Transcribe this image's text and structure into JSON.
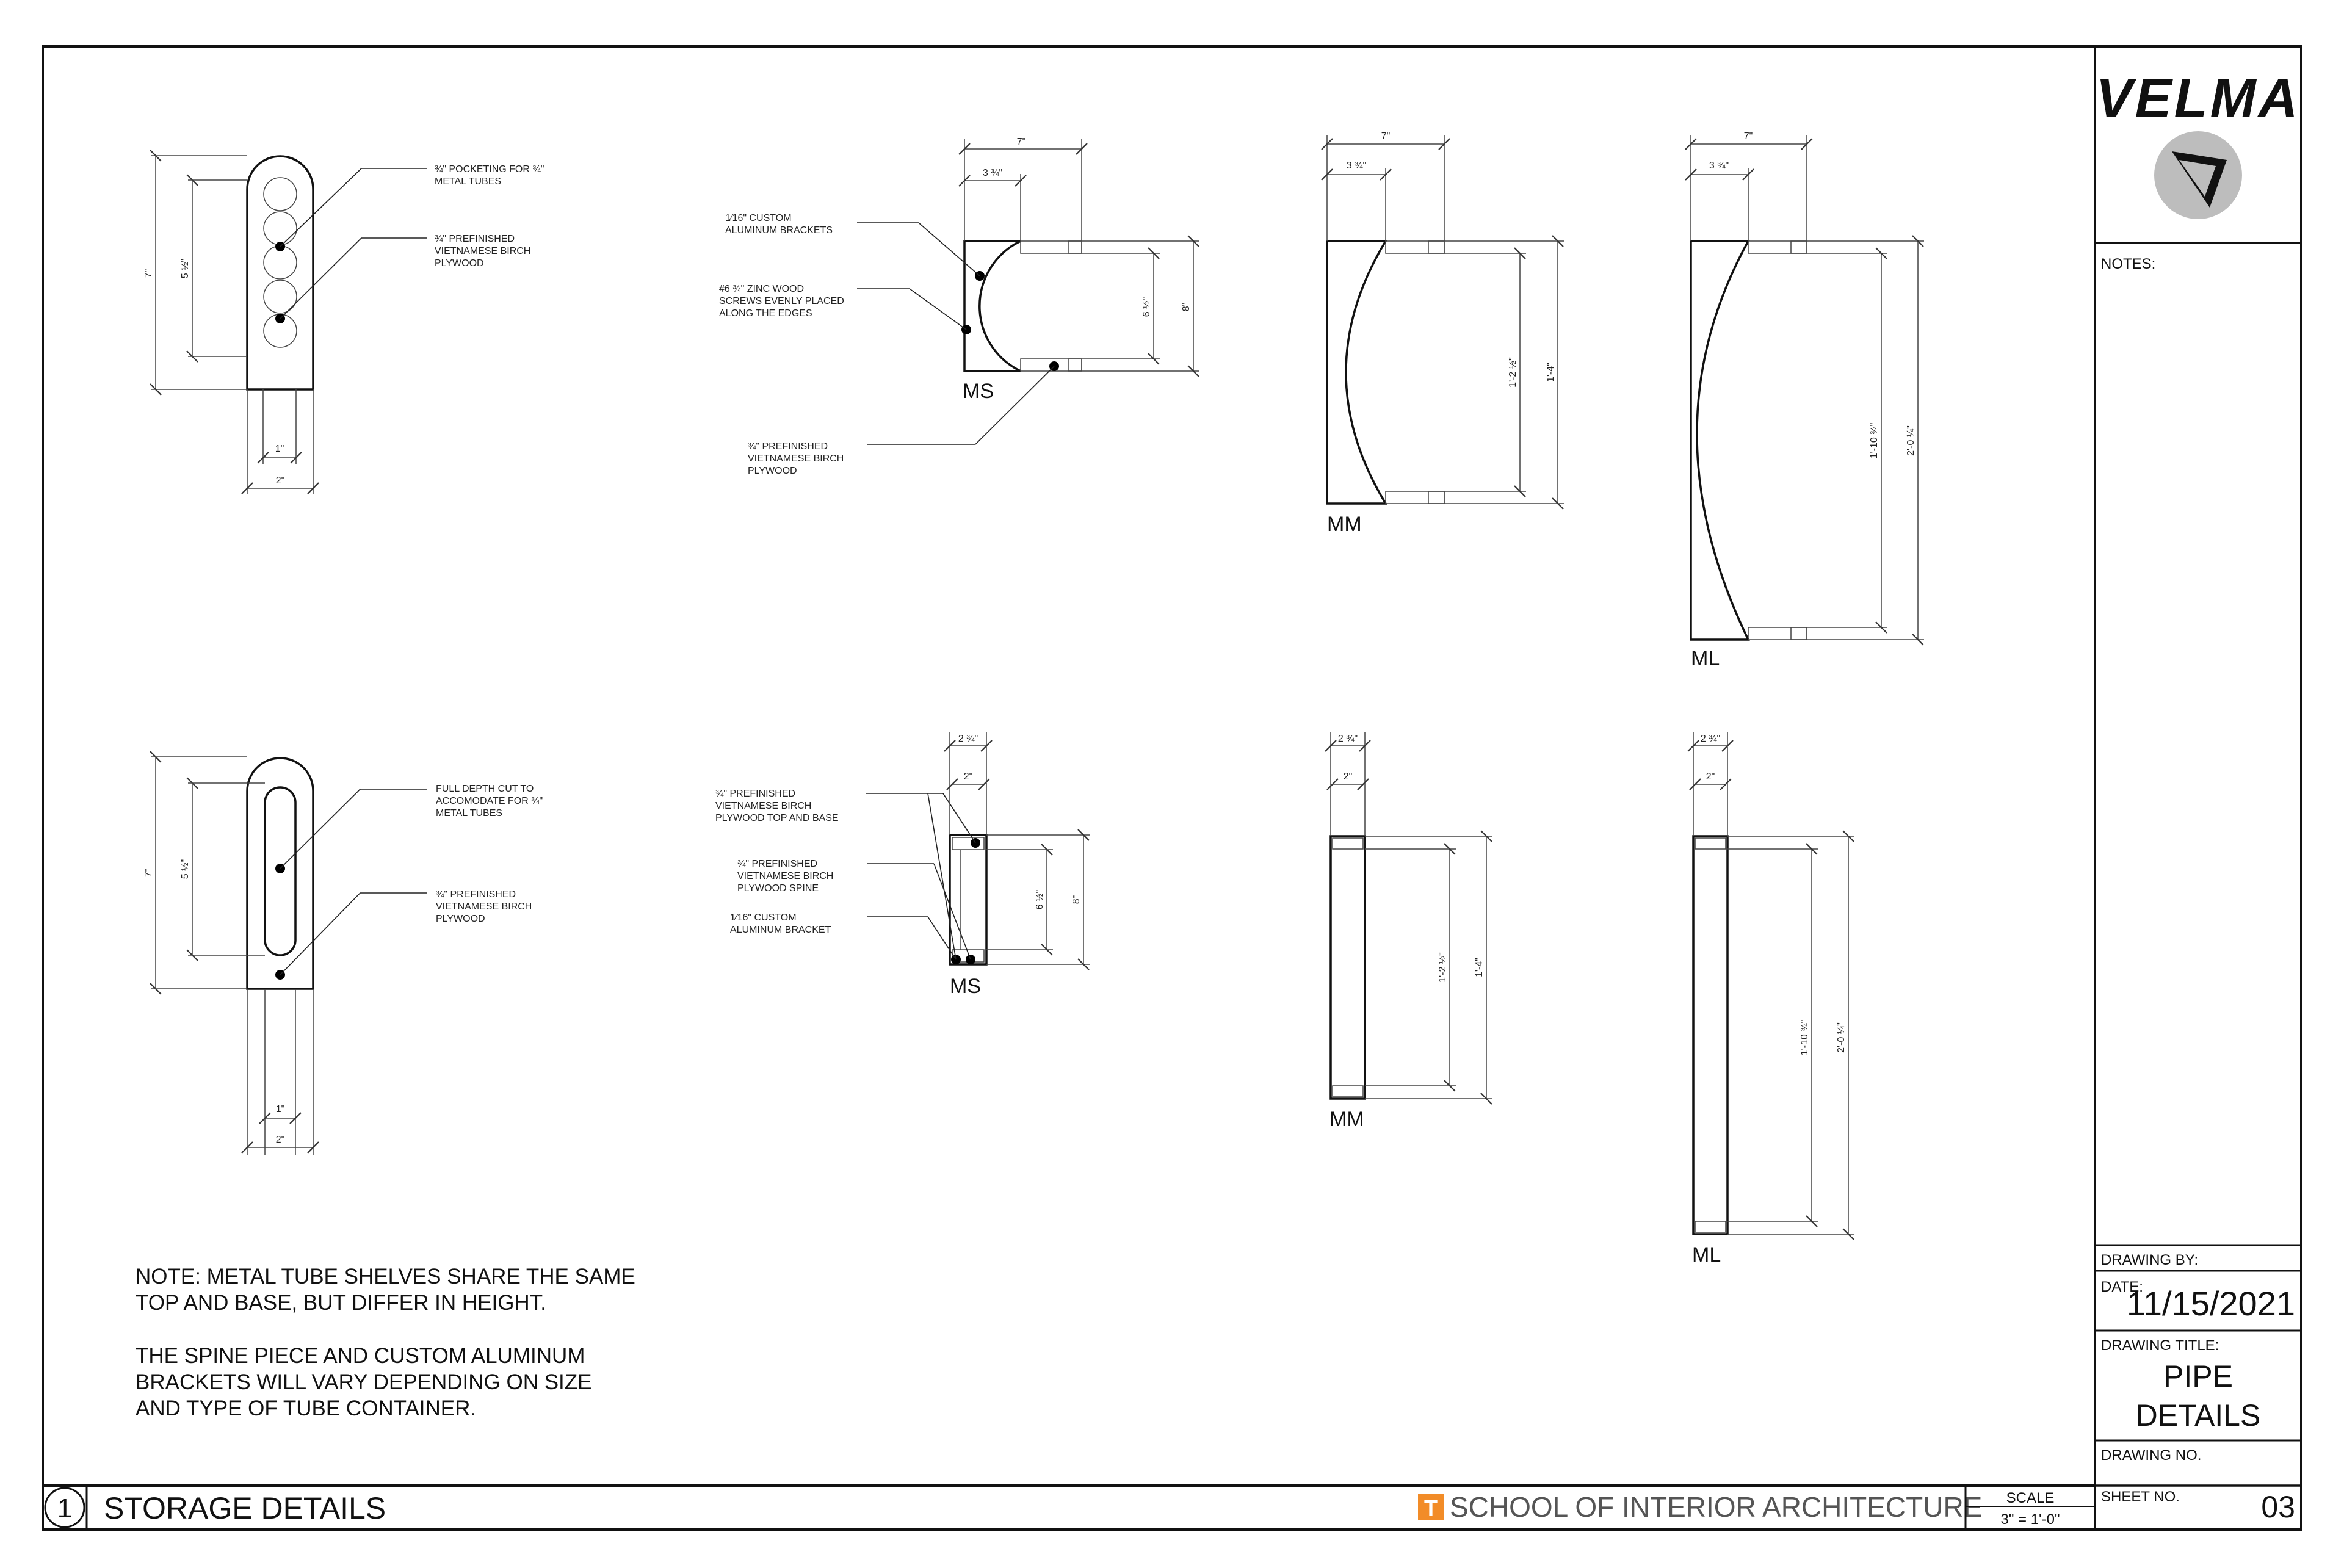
{
  "logo": {
    "brand": "VELMA"
  },
  "title_block": {
    "notes_label": "NOTES:",
    "drawing_by_label": "DRAWING BY:",
    "date_label": "DATE:",
    "date_value": "11/15/2021",
    "drawing_title_label": "DRAWING TITLE:",
    "drawing_title_line1": "PIPE",
    "drawing_title_line2": "DETAILS",
    "drawing_no_label": "DRAWING NO.",
    "sheet_no_label": "SHEET NO.",
    "sheet_no_value": "03",
    "school_mark": "T",
    "school_name": "SCHOOL OF INTERIOR ARCHITECTURE",
    "scale_label": "SCALE",
    "scale_value": "3\" = 1'-0\""
  },
  "drawing": {
    "number": "1",
    "title": "STORAGE DETAILS"
  },
  "notes": [
    "NOTE: METAL TUBE SHELVES SHARE THE SAME",
    "TOP AND BASE, BUT DIFFER IN HEIGHT.",
    "THE SPINE PIECE AND CUSTOM ALUMINUM",
    "BRACKETS WILL VARY DEPENDING ON SIZE",
    "AND TYPE OF TUBE CONTAINER."
  ],
  "views": {
    "ms": "MS",
    "mm": "MM",
    "ml": "ML"
  },
  "labels": {
    "pocketing": [
      "¾\" POCKETING FOR ¾\"",
      "METAL TUBES"
    ],
    "prefinished": [
      "¾\" PREFINISHED",
      "VIETNAMESE BIRCH",
      "PLYWOOD"
    ],
    "custom_brackets": [
      "1⁄16\" CUSTOM",
      "ALUMINUM BRACKETS"
    ],
    "screws": [
      "#6 ¾\" ZINC WOOD",
      "SCREWS EVENLY PLACED",
      "ALONG THE EDGES"
    ],
    "full_depth": [
      "FULL DEPTH CUT TO",
      "ACCOMODATE FOR ¾\"",
      "METAL TUBES"
    ],
    "top_base": [
      "¾\" PREFINISHED",
      "VIETNAMESE BIRCH",
      "PLYWOOD TOP AND BASE"
    ],
    "spine": [
      "¾\" PREFINISHED",
      "VIETNAMESE BIRCH",
      "PLYWOOD SPINE"
    ],
    "custom_bracket": [
      "1⁄16\" CUSTOM",
      "ALUMINUM BRACKET"
    ]
  },
  "dims": {
    "d7": "7\"",
    "d5_1_2": "5 ½\"",
    "d1": "1\"",
    "d2": "2\"",
    "d3_3_4": "3 ¾\"",
    "d6_1_2": "6 ½\"",
    "d8": "8\"",
    "d1_2_1_2": "1'-2 ½\"",
    "d1_4": "1'-4\"",
    "d1_10_3_4": "1'-10 ¾\"",
    "d2_0_1_4": "2'-0 ¼\"",
    "d2_3_4": "2 ¾\""
  }
}
